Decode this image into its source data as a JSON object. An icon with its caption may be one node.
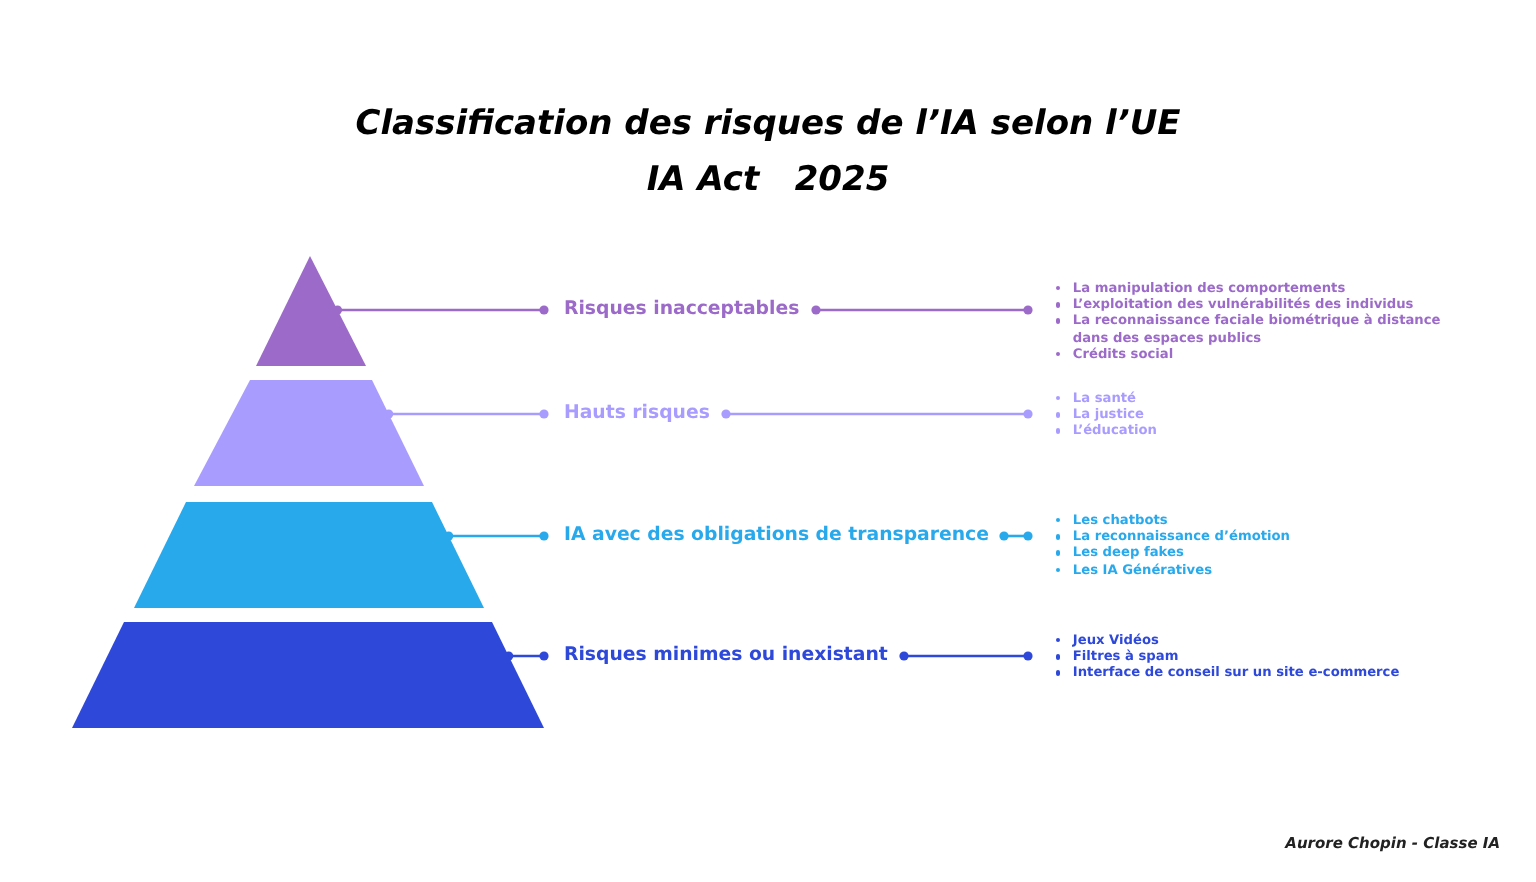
{
  "diagram": {
    "title": "Classification des risques de l’IA selon l’UE",
    "nodes": [
      {
        "text": [],
        "shape": "triangle"
      },
      {
        "text": [
          "Risques inacceptables"
        ]
      },
      {
        "text": [
          "La manipulation des comportements",
          "L’exploitation des vulnérabilités des individus",
          "La reconnaissance faciale biométrique à distance dans des espaces publics",
          "Crédits social"
        ]
      },
      {
        "text": [],
        "shape": "trapezoid"
      },
      {
        "text": [
          "Hauts risques"
        ]
      },
      {
        "text": [
          "La santé",
          "La justice",
          "L’éducation"
        ]
      },
      {
        "text": [],
        "shape": "trapezoid"
      },
      {
        "text": [
          "IA avec des obligations de transparence"
        ]
      },
      {
        "text": [
          "Les chatbots",
          "La reconnaissance d’émotion",
          "Les deep fakes",
          "Les IA Génératives"
        ]
      },
      {
        "text": [],
        "shape": "trapezoid"
      },
      {
        "text": [
          "Risques minimes ou inexistant"
        ]
      },
      {
        "text": [
          "Jeux Vidéos",
          "Filtres à spam",
          "Interface de conseil sur un site e-commerce"
        ]
      }
    ],
    "edges": [
      {
        "from": 0,
        "to": 1,
        "arrow": "other",
        "color": "#9c6ac8"
      },
      {
        "from": 1,
        "to": 2,
        "arrow": "other",
        "color": "#9c6ac8"
      },
      {
        "from": 3,
        "to": 4,
        "arrow": "other",
        "color": "#a99cff"
      },
      {
        "from": 4,
        "to": 5,
        "arrow": "other",
        "color": "#a99cff"
      },
      {
        "from": 6,
        "to": 7,
        "arrow": "other",
        "color": "#28a9ec"
      },
      {
        "from": 7,
        "to": 8,
        "arrow": "other",
        "color": "#28a9ec"
      },
      {
        "from": 9,
        "to": 10,
        "arrow": "other",
        "color": "#2e49d9"
      },
      {
        "from": 10,
        "to": 11,
        "arrow": "other",
        "color": "#2e49d9"
      }
    ],
    "labels": [
      "IA Act   2025",
      "Aurore Chopin - Classe IA"
    ]
  }
}
